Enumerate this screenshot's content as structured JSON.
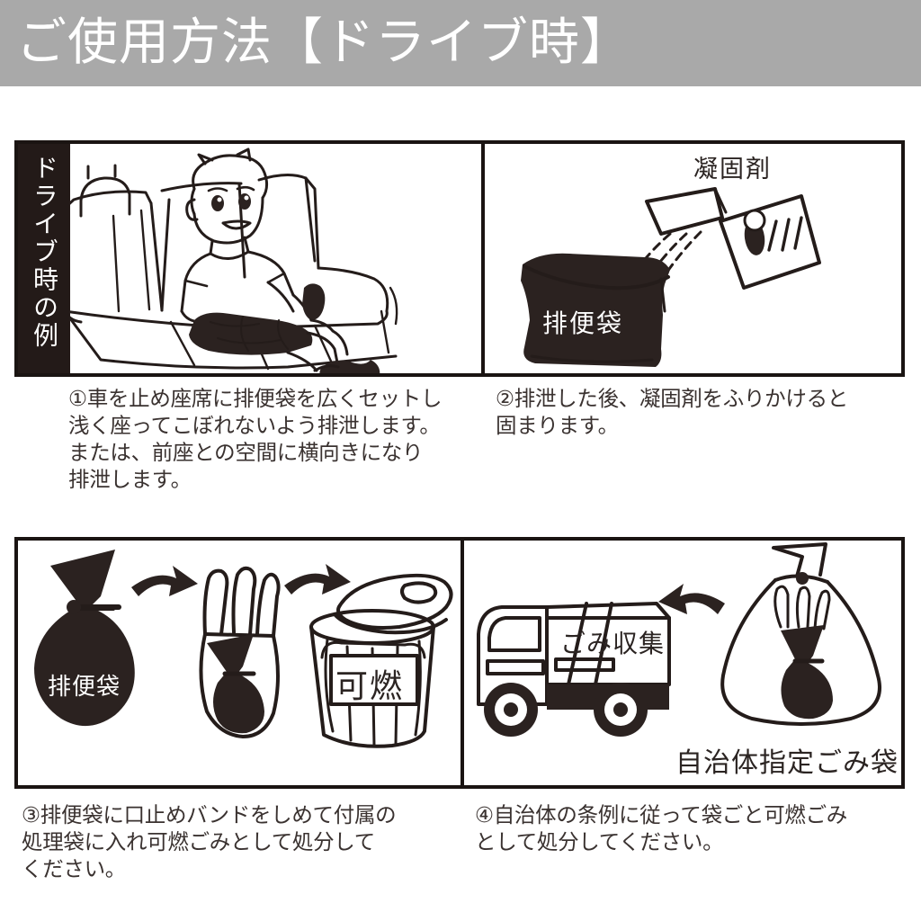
{
  "header": {
    "title": "ご使用方法【ドライブ時】",
    "bg_color": "#a9a9a9",
    "text_color": "#ffffff"
  },
  "theme": {
    "ink": "#241c1a",
    "paper": "#ffffff",
    "tab_bg": "#231a18"
  },
  "vertical_tab": {
    "label": "ドライブ時の例"
  },
  "panels": [
    {
      "id": "panel-1",
      "step": "1",
      "illustration": "boy-sitting-on-car-rear-seat-with-defecation-bag",
      "labels": [],
      "caption": "①車を止め座席に排便袋を広くセットし\n  浅く座ってこぼれないよう排泄します。\n  または、前座との空間に横向きになり\n  排泄します。"
    },
    {
      "id": "panel-2",
      "step": "2",
      "illustration": "sprinkling-coagulant-into-black-defecation-bag",
      "labels": [
        {
          "name": "coagulant-label",
          "text": "凝固剤"
        },
        {
          "name": "defecation-bag-label",
          "text": "排便袋"
        }
      ],
      "caption": "②排泄した後、凝固剤をふりかけると\n  固まります。"
    },
    {
      "id": "panel-3",
      "step": "3",
      "illustration": "tied-bag-to-carry-bag-to-burnable-trash-can",
      "labels": [
        {
          "name": "defecation-bag-label",
          "text": "排便袋"
        },
        {
          "name": "burnable-bin-label",
          "text": "可燃"
        }
      ],
      "caption": "③排便袋に口止めバンドをしめて付属の\n  処理袋に入れ可燃ごみとして処分して\n  ください。"
    },
    {
      "id": "panel-4",
      "step": "4",
      "illustration": "garbage-truck-and-municipal-designated-trash-bag",
      "labels": [
        {
          "name": "garbage-collection-truck-label",
          "text": "ごみ収集"
        },
        {
          "name": "municipal-bag-label",
          "text": "自治体指定ごみ袋"
        }
      ],
      "caption": "④自治体の条例に従って袋ごと可燃ごみ\n  として処分してください。"
    }
  ]
}
